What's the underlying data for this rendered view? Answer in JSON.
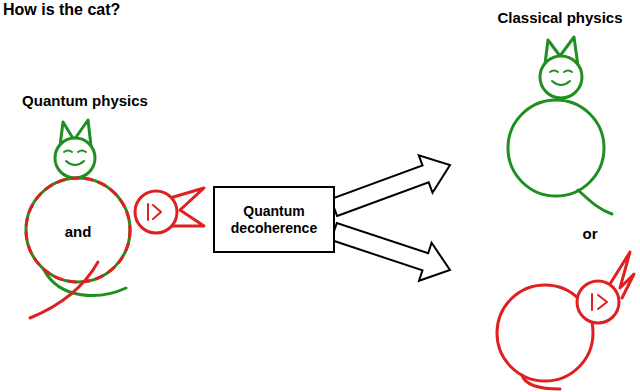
{
  "diagram": {
    "title": "How is the cat?",
    "nodes": [
      {
        "text": [
          "Quantum physics",
          "and"
        ]
      },
      {
        "text": [
          "Quantum decoherence"
        ]
      },
      {
        "text": [
          "Classical physics",
          "or"
        ]
      }
    ],
    "edges": [
      {
        "from": 1,
        "to": 2,
        "arrow": "to"
      },
      {
        "from": 1,
        "to": 2,
        "arrow": "to"
      }
    ]
  }
}
